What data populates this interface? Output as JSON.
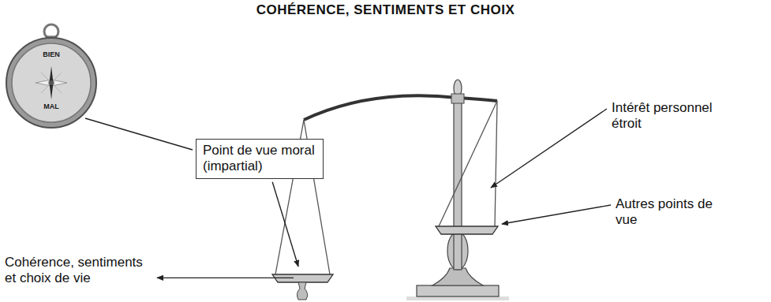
{
  "diagram": {
    "title": "COHÉRENCE, SENTIMENTS ET CHOIX",
    "nodes": [
      {
        "text": [
          "Point de vue moral (impartial)"
        ]
      }
    ],
    "labels": [
      "BIEN",
      "MAL",
      "Intérêt personnel étroit",
      "Autres points de vue",
      "Cohérence, sentiments et choix de vie"
    ]
  }
}
